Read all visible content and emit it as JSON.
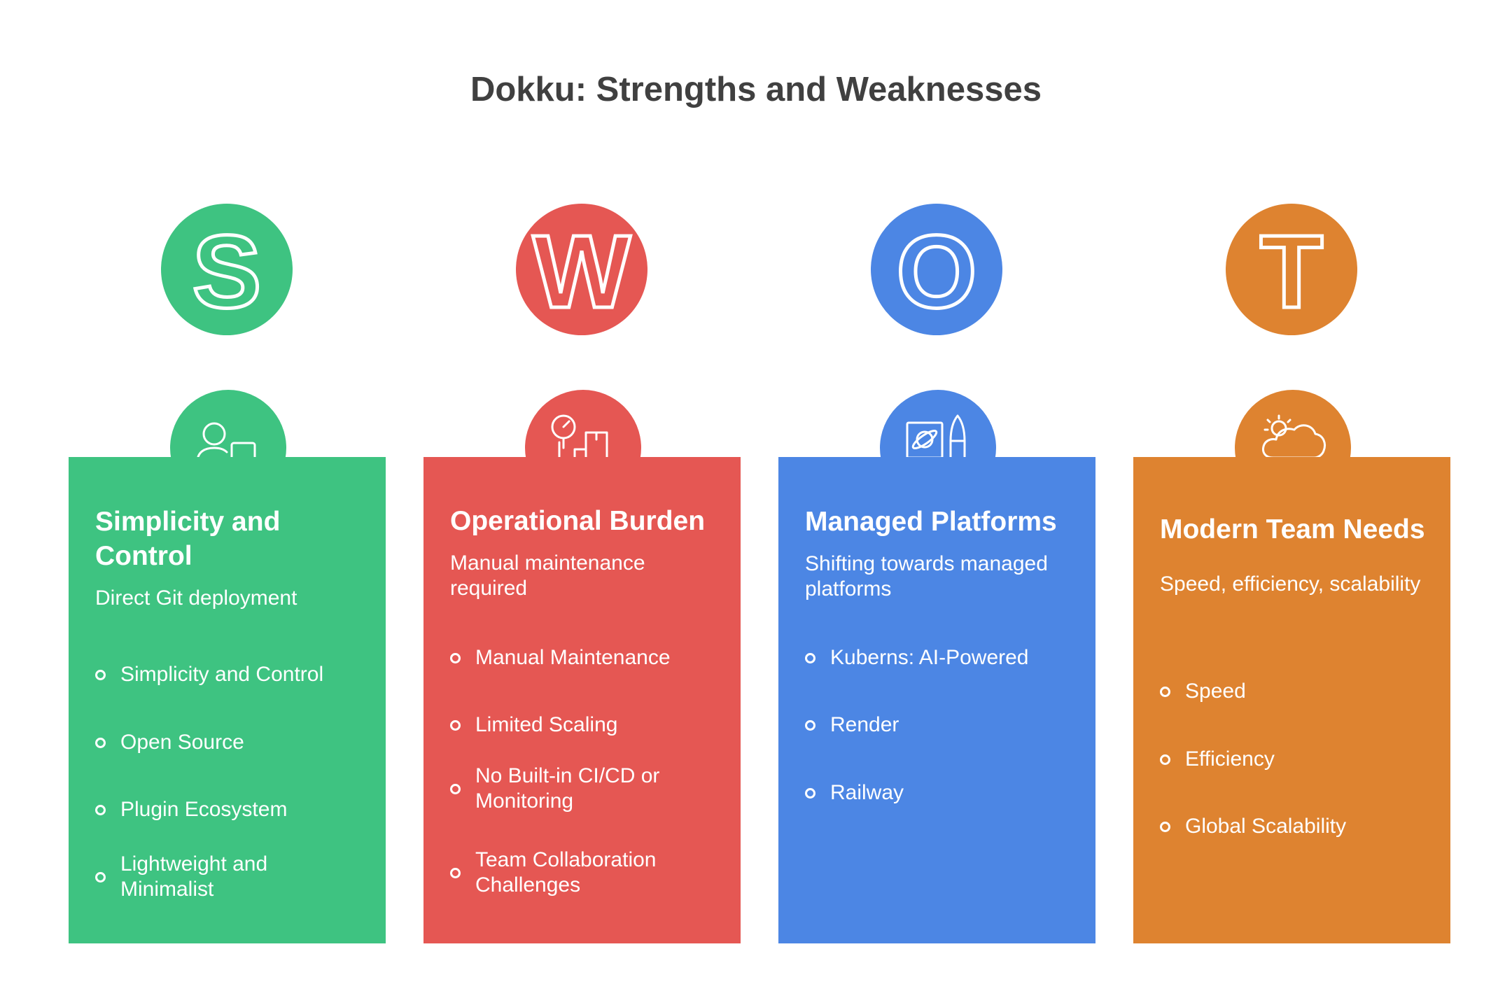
{
  "title": "Dokku: Strengths and Weaknesses",
  "colors": {
    "strengths": "#3ec381",
    "weaknesses": "#e55753",
    "opportunities": "#4c86e4",
    "threats": "#de8330"
  },
  "columns": [
    {
      "letter": "S",
      "icon": "user-mobile-icon",
      "title": "Simplicity and Control",
      "subtitle": "Direct Git deployment",
      "bullets": [
        "Simplicity and Control",
        "Open Source",
        "Plugin Ecosystem",
        "Lightweight and Minimalist"
      ]
    },
    {
      "letter": "W",
      "icon": "gauge-boxes-icon",
      "title": "Operational Burden",
      "subtitle": "Manual maintenance required",
      "bullets": [
        "Manual Maintenance",
        "Limited Scaling",
        "No Built-in CI/CD or Monitoring",
        "Team Collaboration Challenges"
      ]
    },
    {
      "letter": "O",
      "icon": "planet-rocket-icon",
      "title": "Managed Platforms",
      "subtitle": "Shifting towards managed platforms",
      "bullets": [
        "Kuberns: AI-Powered",
        "Render",
        "Railway"
      ]
    },
    {
      "letter": "T",
      "icon": "storm-cloud-icon",
      "title": "Modern Team Needs",
      "subtitle": "Speed, efficiency, scalability",
      "bullets": [
        "Speed",
        "Efficiency",
        "Global Scalability"
      ]
    }
  ]
}
